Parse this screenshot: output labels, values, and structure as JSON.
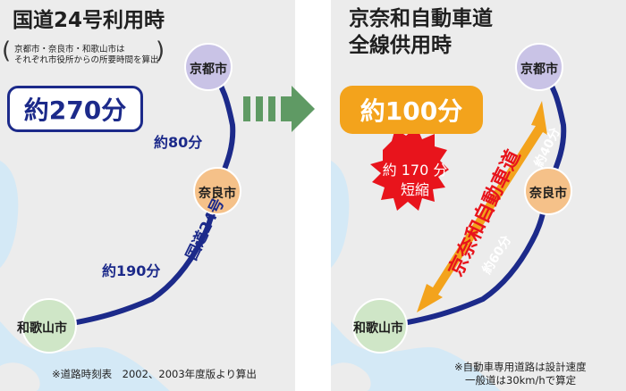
{
  "left": {
    "title": "国道24号利用時",
    "note_line1": "京都市・奈良市・和歌山市は",
    "note_line2": "それぞれ市役所からの所要時間を算出",
    "total_time": "約270分",
    "segment_north": "約80分",
    "segment_south": "約190分",
    "route_name": "国道24号",
    "footer": "※道路時刻表　2002、2003年度版より算出"
  },
  "right": {
    "title_line1": "京奈和自動車道",
    "title_line2": "全線供用時",
    "total_time": "約100分",
    "reduction_line1": "約 170 分",
    "reduction_line2": "短縮",
    "expressway_name": "京奈和自動車道",
    "segment_north": "約40分",
    "segment_south": "約60分",
    "footer_line1": "※自動車専用道路は設計速度",
    "footer_line2": "一般道は30km/hで算定"
  },
  "cities": {
    "kyoto": "京都市",
    "nara": "奈良市",
    "wakayama": "和歌山市"
  },
  "colors": {
    "road": "#1c2a8a",
    "expressway_arrow": "#f3a31c",
    "burst": "#e8141c",
    "transition_arrow": "#5f9a64",
    "land": "#ececec",
    "sea": "#d4e9f6"
  }
}
